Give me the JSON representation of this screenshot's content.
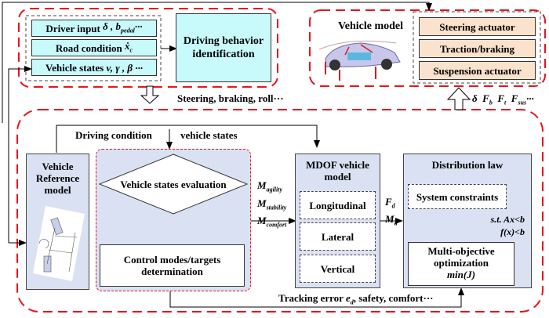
{
  "top_left": {
    "inputs": [
      {
        "label": "Driver input",
        "symbols": "δ , b",
        "sub": "pedal",
        "tail": "···"
      },
      {
        "label": "Road condition",
        "symbols": "ẋ",
        "sub": "c",
        "tail": ""
      },
      {
        "label": "Vehicle states",
        "symbols": "v, γ , β",
        "sub": "",
        "tail": " ···"
      }
    ],
    "identification_label": "Driving behavior identification"
  },
  "top_right": {
    "vehicle_model_label": "Vehicle model",
    "actuators": [
      "Steering actuator",
      "Traction/braking",
      "Suspension actuator"
    ]
  },
  "connectors": {
    "steering_label": "Steering, braking,  roll···",
    "actuator_signals": {
      "delta": "δ",
      "Fb": "F",
      "Fb_sub": "b",
      "Ft": "F",
      "Ft_sub": "t",
      "Fsus": "F",
      "Fsus_sub": "sus",
      "tail": "···"
    },
    "driving_condition_label": "Driving condition",
    "vehicle_states_label": "vehicle states",
    "tracking_label_pre": "Tracking error ",
    "tracking_symbol": "e",
    "tracking_sub": "d",
    "tracking_label_post": ", safety, comfort···"
  },
  "main": {
    "reference_model_label": "Vehicle Reference model",
    "evaluation_label": "Vehicle states evaluation",
    "control_modes_label": "Control modes/targets determination",
    "moments": [
      {
        "sym": "M",
        "sub": "agility"
      },
      {
        "sym": "M",
        "sub": "stability"
      },
      {
        "sym": "M",
        "sub": "comfort"
      }
    ],
    "mdof": {
      "title": "MDOF vehicle model",
      "items": [
        "Longitudinal",
        "Lateral",
        "Vertical"
      ]
    },
    "forces": [
      {
        "sym": "F",
        "sub": "d"
      },
      {
        "sym": "M",
        "sub": "d"
      }
    ],
    "distribution": {
      "title": "Distribution  law",
      "constraints_label": "System constraints",
      "constraint_eq1": "s.t.  Ax<b",
      "constraint_eq2": "f(x)<b",
      "optimization_line1": "Multi-objective",
      "optimization_line2": "optimization",
      "optimization_line3": "min(J)"
    }
  },
  "colors": {
    "input_fill": "#c8fafc",
    "actuator_fill": "#fbe2cc",
    "block_fill": "#d9e1f2",
    "dashed_red": "#e8141b"
  }
}
